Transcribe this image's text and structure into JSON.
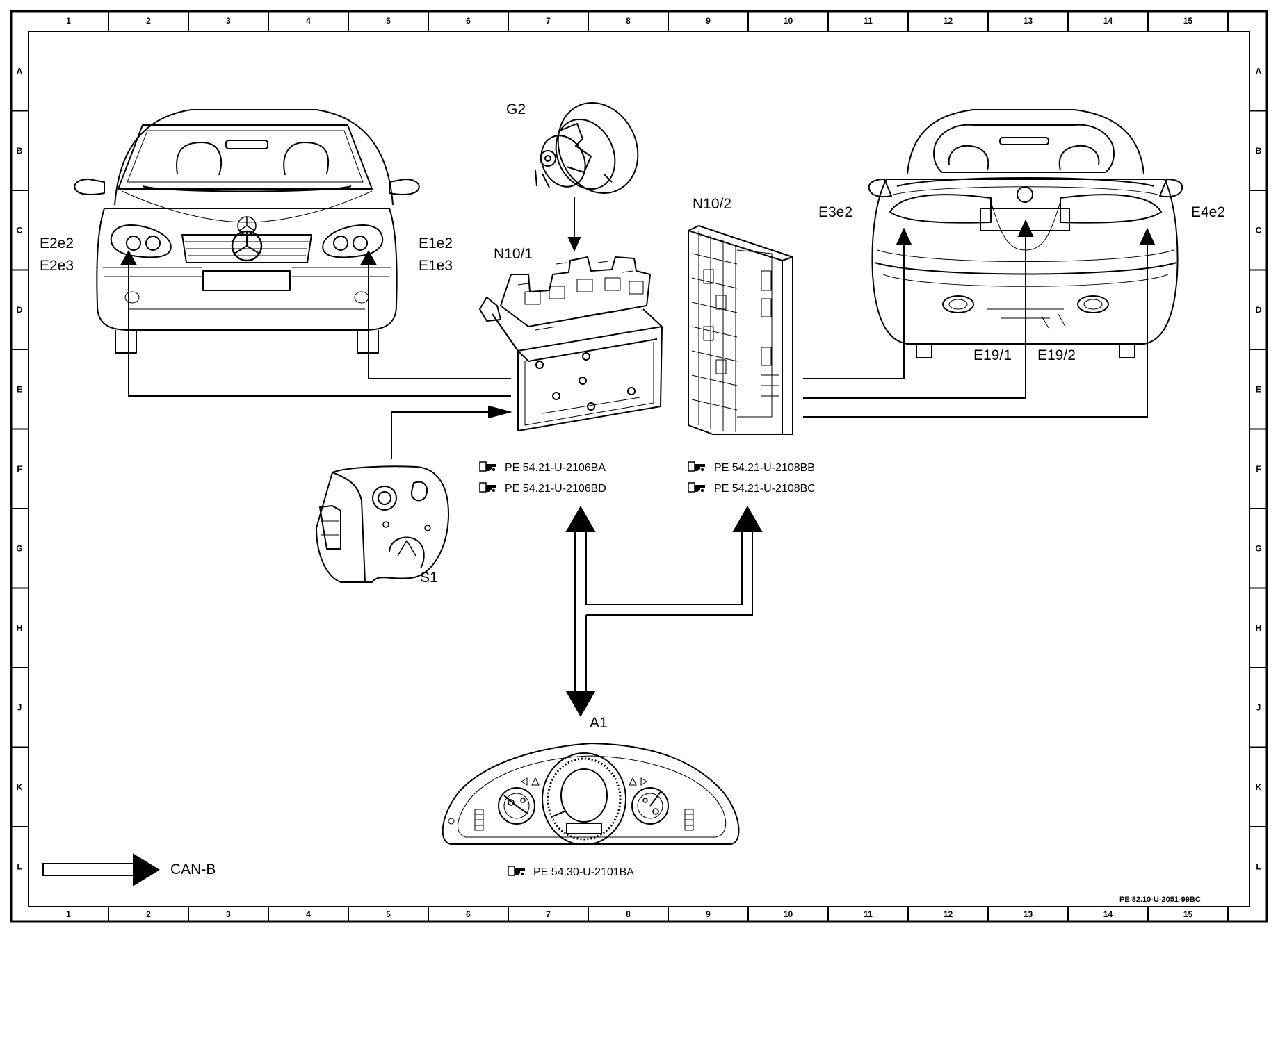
{
  "frame": {
    "columns": [
      "1",
      "2",
      "3",
      "4",
      "5",
      "6",
      "7",
      "8",
      "9",
      "10",
      "11",
      "12",
      "13",
      "14",
      "15"
    ],
    "rows": [
      "A",
      "B",
      "C",
      "D",
      "E",
      "F",
      "G",
      "H",
      "J",
      "K",
      "L"
    ]
  },
  "components": {
    "g2": "G2",
    "n10_1": "N10/1",
    "n10_2": "N10/2",
    "s1": "S1",
    "a1": "A1",
    "e2e2": "E2e2",
    "e2e3": "E2e3",
    "e1e2": "E1e2",
    "e1e3": "E1e3",
    "e3e2": "E3e2",
    "e4e2": "E4e2",
    "e19_1": "E19/1",
    "e19_2": "E19/2"
  },
  "references": {
    "n10_1_a": "PE 54.21-U-2106BA",
    "n10_1_b": "PE 54.21-U-2106BD",
    "n10_2_a": "PE 54.21-U-2108BB",
    "n10_2_b": "PE 54.21-U-2108BC",
    "a1": "PE 54.30-U-2101BA"
  },
  "legend": {
    "can_label": "CAN-B"
  },
  "drawing_code": "PE 82.10-U-2051-99BC",
  "icons": [
    "reference-pointer-icon"
  ]
}
